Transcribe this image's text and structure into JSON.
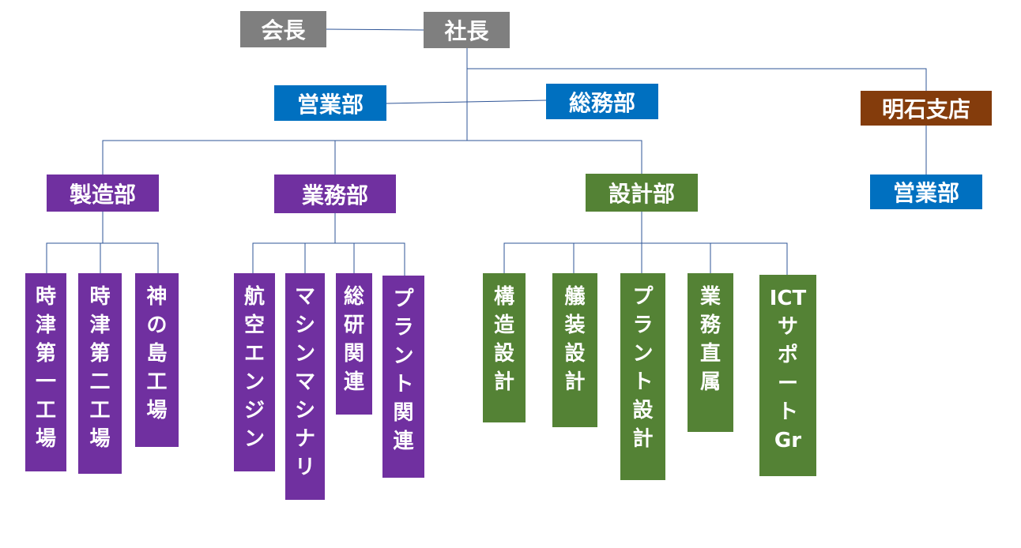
{
  "colors": {
    "executive": "#7f7f7f",
    "sales_admin": "#0070c0",
    "branch": "#843c0c",
    "manufacturing_business": "#7030a0",
    "design": "#548235",
    "connector": "#2f5597"
  },
  "org": {
    "chairman": "会長",
    "president": "社長",
    "sales": "営業部",
    "general_affairs": "総務部",
    "akashi_branch": "明石支店",
    "akashi_sales": "営業部",
    "manufacturing": {
      "label": "製造部",
      "units": [
        "時津第一工場",
        "時津第二工場",
        "神の島工場"
      ]
    },
    "business": {
      "label": "業務部",
      "units": [
        "航空エンジン",
        "マシンマシナリ",
        "総研関連",
        "プラント関連"
      ]
    },
    "design": {
      "label": "設計部",
      "units": [
        "構造設計",
        "艤装設計",
        "プラント設計",
        "業務直属",
        "ICT|サ|ポ|ー|ト|Gr"
      ]
    }
  }
}
